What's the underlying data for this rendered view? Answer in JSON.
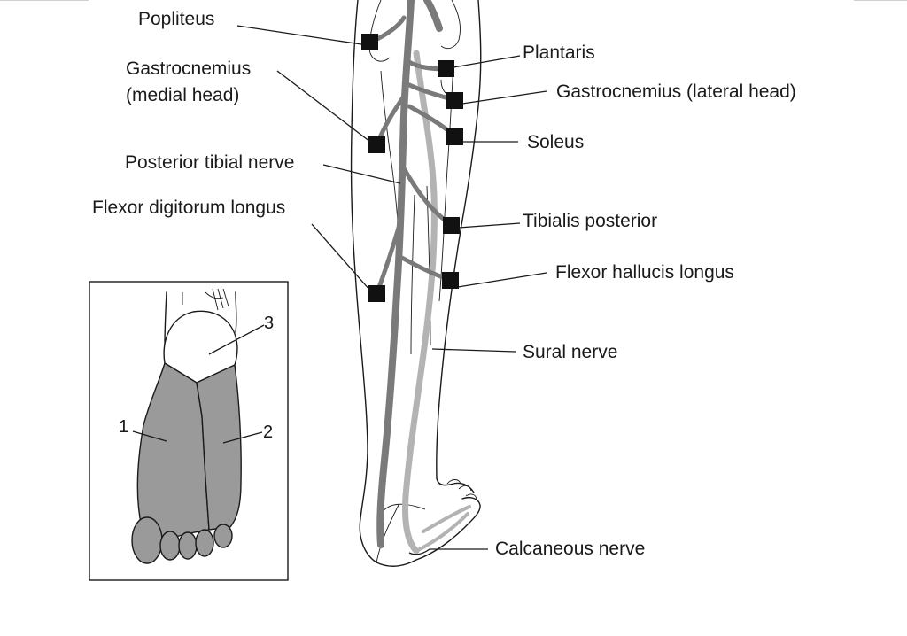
{
  "diagram": {
    "labels": {
      "popliteus": "Popliteus",
      "gastrocnemius_medial_line1": "Gastrocnemius",
      "gastrocnemius_medial_line2": "(medial head)",
      "plantaris": "Plantaris",
      "gastrocnemius_lateral": "Gastrocnemius (lateral head)",
      "soleus": "Soleus",
      "posterior_tibial_nerve": "Posterior tibial nerve",
      "flexor_digitorum_longus": "Flexor digitorum longus",
      "tibialis_posterior": "Tibialis posterior",
      "flexor_hallucis_longus": "Flexor hallucis longus",
      "sural_nerve": "Sural nerve",
      "calcaneous_nerve": "Calcaneous nerve"
    },
    "inset": {
      "region_1": "1",
      "region_2": "2",
      "region_3": "3"
    },
    "colors": {
      "tibial_nerve": "#7a7a7a",
      "sural_nerve": "#b3b3b3",
      "electrode": "#111111",
      "sole_shading": "#9a9a9a"
    }
  }
}
